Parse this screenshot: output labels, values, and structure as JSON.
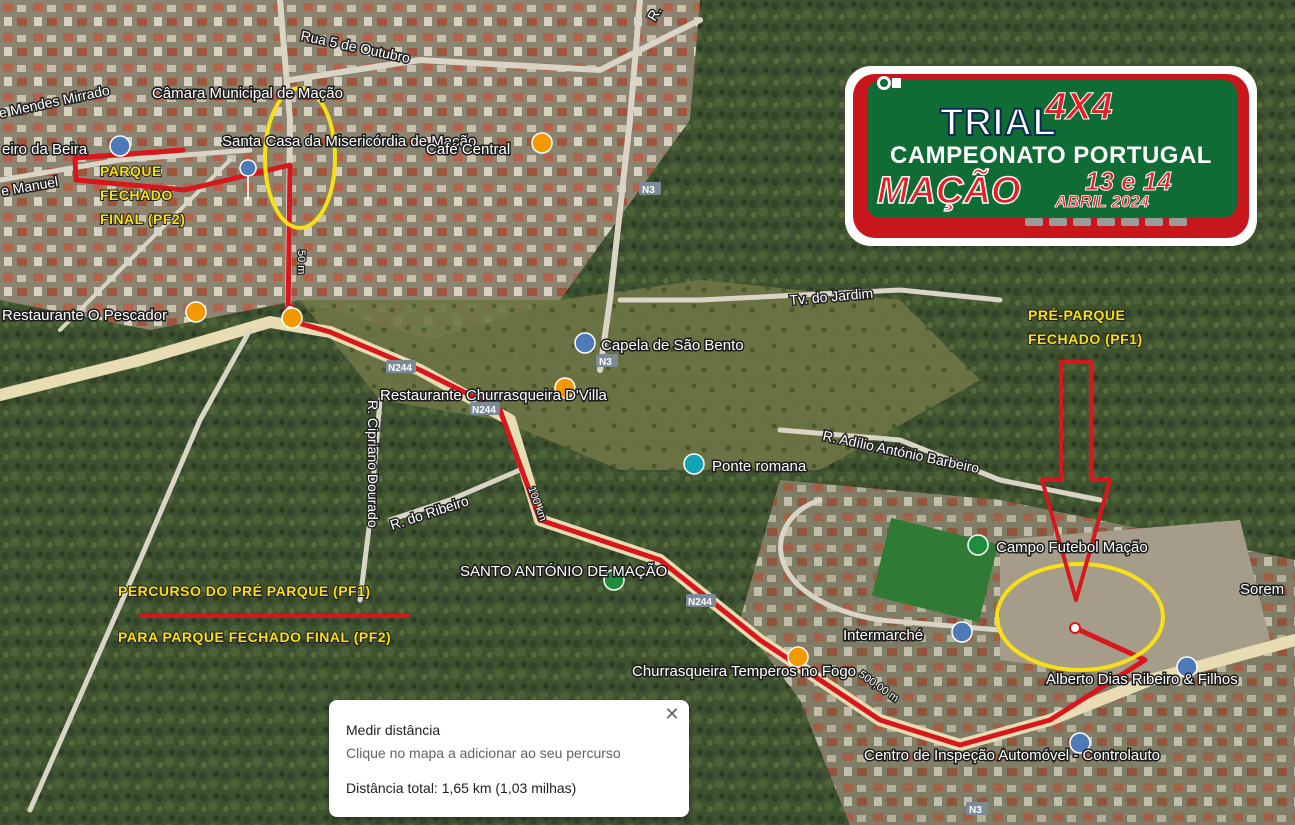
{
  "colors": {
    "route": "#d8171c",
    "annotation_yellow": "#f7e018",
    "marker_food": "#f29900",
    "marker_blue": "#4e7ab8",
    "marker_green": "#1e8e3e",
    "logo_green": "#0e6c34",
    "logo_red": "#c8161d"
  },
  "map": {
    "places": [
      {
        "name": "Câmara Municipal de Mação",
        "icon": "city-hall-icon"
      },
      {
        "name": "Santa Casa da Misericórdia de Mação",
        "icon": "place-icon"
      },
      {
        "name": "Café Central",
        "icon": "cafe-icon"
      },
      {
        "name": "Restaurante O Pescador",
        "icon": "restaurant-icon"
      },
      {
        "name": "Capela de São Bento",
        "icon": "church-icon"
      },
      {
        "name": "Restaurante Churrasqueira D'Villa",
        "icon": "restaurant-icon"
      },
      {
        "name": "Ponte romana",
        "icon": "landmark-icon"
      },
      {
        "name": "Campo Futebol Mação",
        "icon": "stadium-icon"
      },
      {
        "name": "SANTO ANTÓNIO DE MAÇÃO",
        "icon": "hiking-icon"
      },
      {
        "name": "Intermarché",
        "icon": "shopping-icon"
      },
      {
        "name": "Churrasqueira Temperos no Fogo",
        "icon": "restaurant-icon"
      },
      {
        "name": "Alberto Dias Ribeiro & Filhos",
        "icon": "place-icon"
      },
      {
        "name": "Centro de Inspeção Automóvel - Controlauto",
        "icon": "place-icon"
      },
      {
        "name": "Sorem",
        "icon": "place-icon"
      },
      {
        "name": "eiro da Beira",
        "icon": "shopping-icon"
      }
    ],
    "roads": {
      "rua_5_outubro": "Rua 5 de Outubro",
      "mendes_mirrado": "e Mendes Mirrado",
      "manuel": "e Manuel",
      "tv_jardim": "Tv. do Jardim",
      "adilio": "R. Adílio António Barbeiro",
      "cipriano": "R. Cipriano Dourado",
      "ribeiro": "R. do Ribeiro",
      "r_top": "R."
    },
    "road_badges": [
      "N3",
      "N3",
      "N244",
      "N244",
      "N244",
      "N3"
    ],
    "distance_markers": [
      "50 m",
      "100 km",
      "500,00 m"
    ],
    "annotations": {
      "pf2_line1": "PARQUE",
      "pf2_line2": "FECHADO",
      "pf2_line3": "FINAL (PF2)",
      "pf1_line1": "PRÉ-PARQUE",
      "pf1_line2": "FECHADO (PF1)",
      "route_line1": "PERCURSO DO PRÉ PARQUE (PF1)",
      "route_line2": "PARA PARQUE FECHADO FINAL (PF2)"
    }
  },
  "logo": {
    "line_trial": "TRIAL",
    "line_4x4": "4X4",
    "line_campeonato": "CAMPEONATO PORTUGAL",
    "line_macao": "MAÇÃO",
    "line_days": "13 e 14",
    "line_month": "ABRIL 2024"
  },
  "measure": {
    "title": "Medir distância",
    "hint": "Clique no mapa a adicionar ao seu percurso",
    "total": "Distância total: 1,65 km (1,03 milhas)",
    "close": "✕"
  }
}
